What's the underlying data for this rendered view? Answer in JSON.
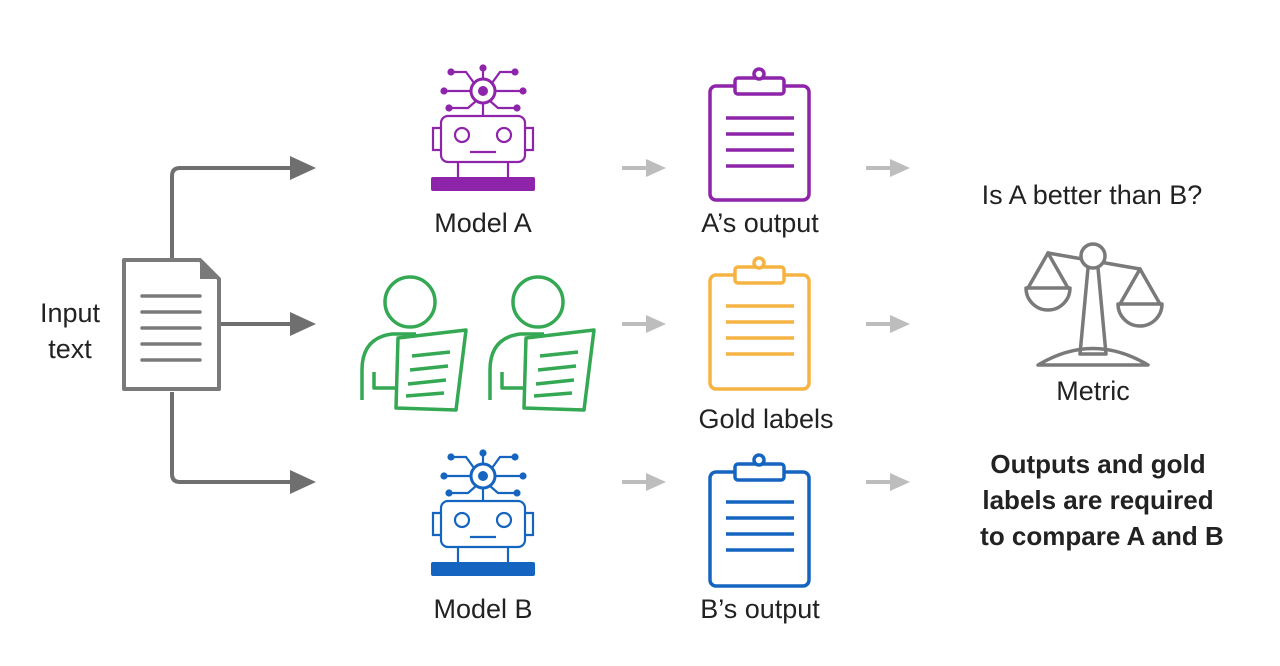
{
  "input": {
    "label_line1": "Input",
    "label_line2": "text",
    "icon": "document-icon"
  },
  "model_a": {
    "label": "Model A",
    "icon": "robot-icon",
    "color": "#8E24AA"
  },
  "humans": {
    "icon": "annotator-icon",
    "color": "#34A853"
  },
  "model_b": {
    "label": "Model B",
    "icon": "robot-icon",
    "color": "#1565C0"
  },
  "outputs": {
    "a": {
      "label": "A’s output",
      "icon": "clipboard-icon",
      "color": "#8E24AA"
    },
    "gold": {
      "label": "Gold labels",
      "icon": "clipboard-icon",
      "color": "#F5B342"
    },
    "b": {
      "label": "B’s output",
      "icon": "clipboard-icon",
      "color": "#1565C0"
    }
  },
  "metric": {
    "question": "Is A better than B?",
    "label": "Metric",
    "icon": "balance-scale-icon",
    "note_line1": "Outputs and gold",
    "note_line2": "labels are required",
    "note_line3": "to compare A and B"
  },
  "colors": {
    "arrow_dark": "#6F6F6F",
    "arrow_light": "#BDBDBD",
    "icon_gray": "#7A7A7A"
  }
}
